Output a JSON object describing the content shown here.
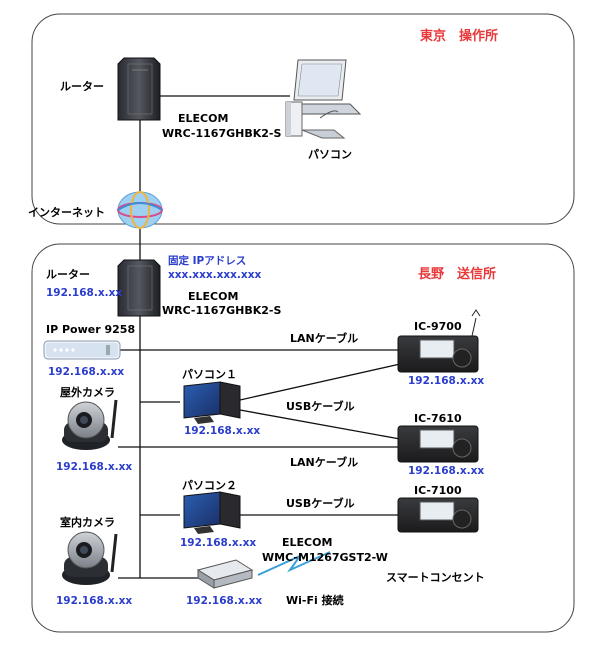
{
  "tokyo": {
    "title": "東京　操作所",
    "router_label": "ルーター",
    "router_model_brand": "ELECOM",
    "router_model_name": "WRC-1167GHBK2-S",
    "pc_label": "パソコン"
  },
  "internet": {
    "label": "インターネット"
  },
  "nagano": {
    "title": "長野　送信所",
    "router_label": "ルーター",
    "router_ip": "192.168.x.xx",
    "fixed_ip_label": "固定 IPアドレス",
    "fixed_ip_value": "xxx.xxx.xxx.xxx",
    "router_model_brand": "ELECOM",
    "router_model_name": "WRC-1167GHBK2-S",
    "ippower_label": "IP Power 9258",
    "ippower_ip": "192.168.x.xx",
    "outdoor_cam_label": "屋外カメラ",
    "outdoor_cam_ip": "192.168.x.xx",
    "indoor_cam_label": "室内カメラ",
    "indoor_cam_ip": "192.168.x.xx",
    "pc1_label": "パソコン１",
    "pc1_ip": "192.168.x.xx",
    "pc2_label": "パソコン２",
    "pc2_ip": "192.168.x.xx",
    "wifi_ip": "192.168.x.xx",
    "wifi_brand": "ELECOM",
    "wifi_model": "WMC-M1267GST2-W",
    "wifi_conn_label": "Wi-Fi 接続",
    "smart_outlet_label": "スマートコンセント",
    "radio1_name": "IC-9700",
    "radio1_ip": "192.168.x.xx",
    "radio2_name": "IC-7610",
    "radio2_ip": "192.168.x.xx",
    "radio3_name": "IC-7100",
    "lan_cable_1": "LANケーブル",
    "usb_cable_1": "USBケーブル",
    "lan_cable_2": "LANケーブル",
    "usb_cable_2": "USBケーブル"
  },
  "colors": {
    "site_title": "#e8383a",
    "ip_text": "#2a3dcc"
  }
}
